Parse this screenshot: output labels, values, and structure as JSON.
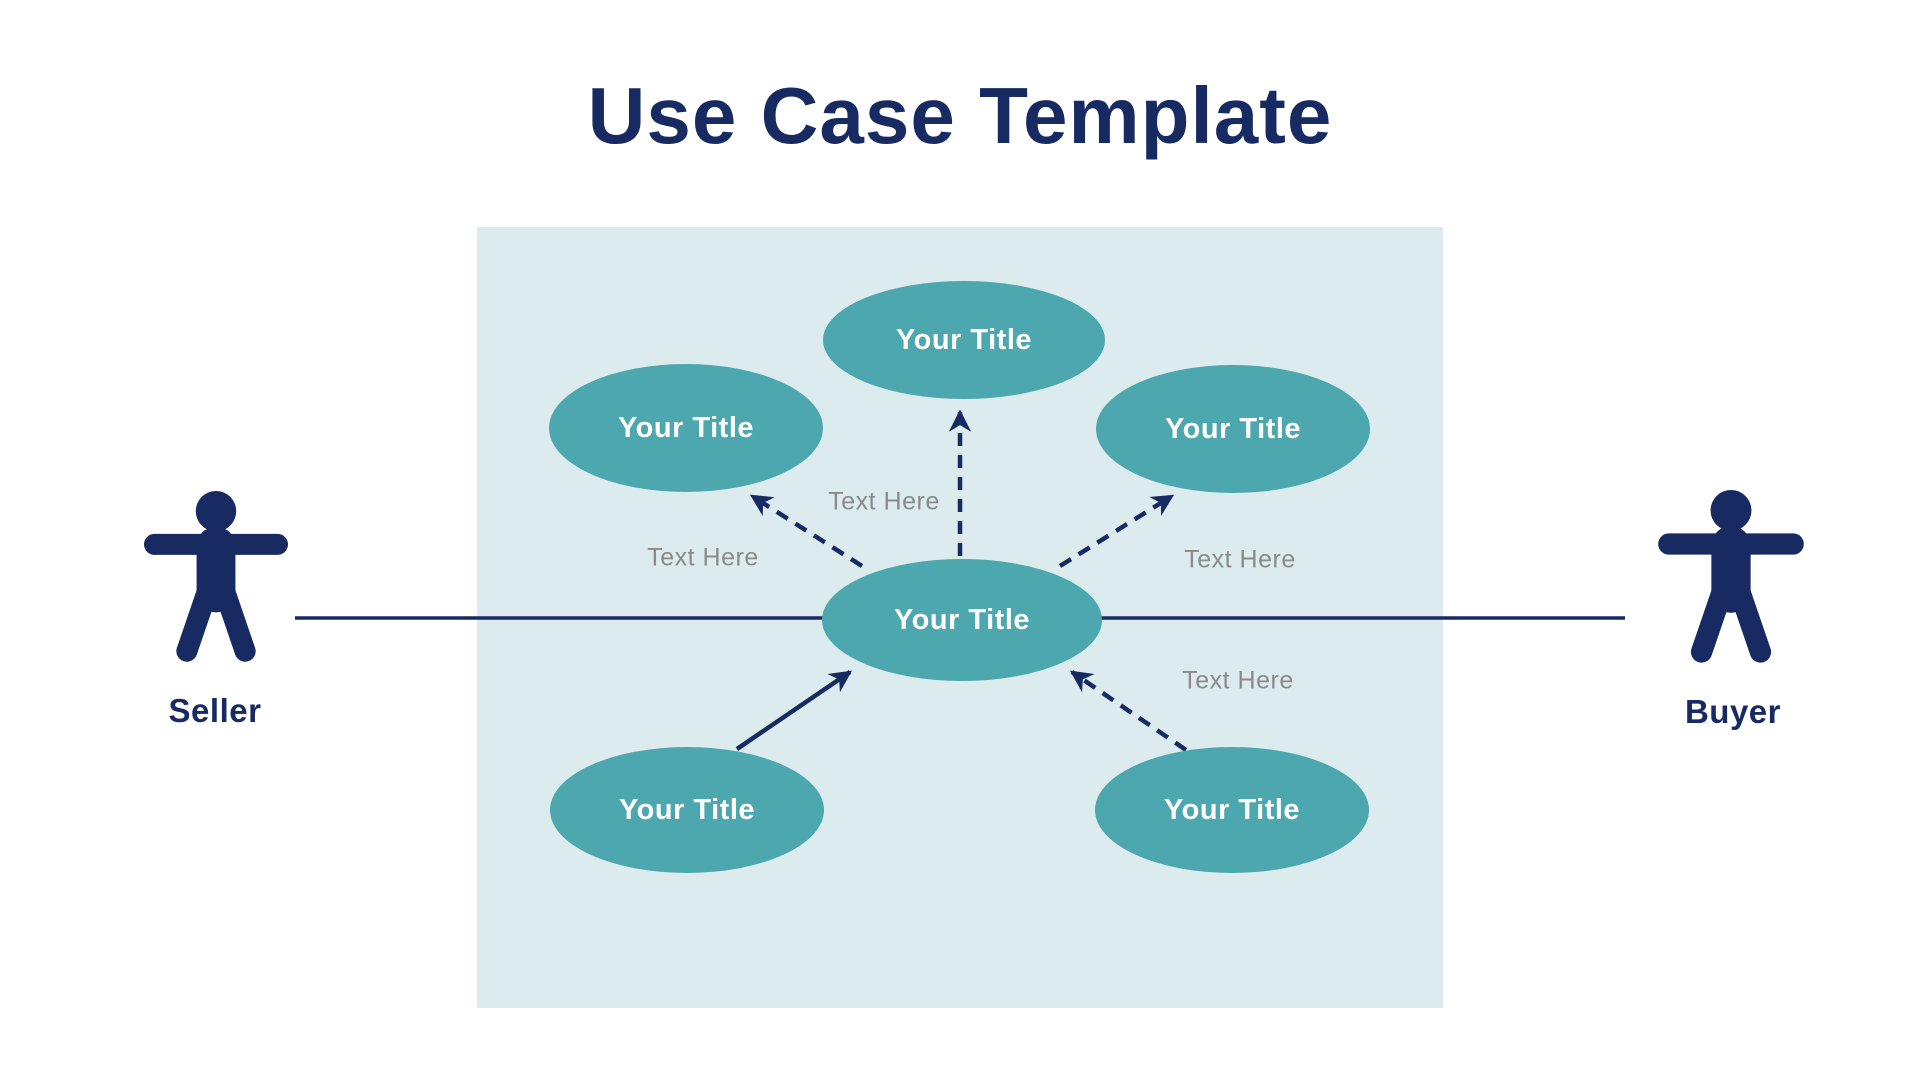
{
  "title": "Use Case Template",
  "colors": {
    "navy": "#172A62",
    "teal": "#4CA7AF",
    "panel": "#DCECEE",
    "gray": "#8A8A8A",
    "white": "#FFFFFF"
  },
  "actors": {
    "seller": "Seller",
    "buyer": "Buyer"
  },
  "use_cases": {
    "top": "Your Title",
    "upper_left": "Your Title",
    "upper_right": "Your Title",
    "center": "Your Title",
    "lower_left": "Your Title",
    "lower_right": "Your Title"
  },
  "connector_labels": {
    "center_to_top": "Text Here",
    "center_to_upper_left": "Text Here",
    "center_to_upper_right": "Text Here",
    "lower_right_to_center": "Text Here"
  }
}
